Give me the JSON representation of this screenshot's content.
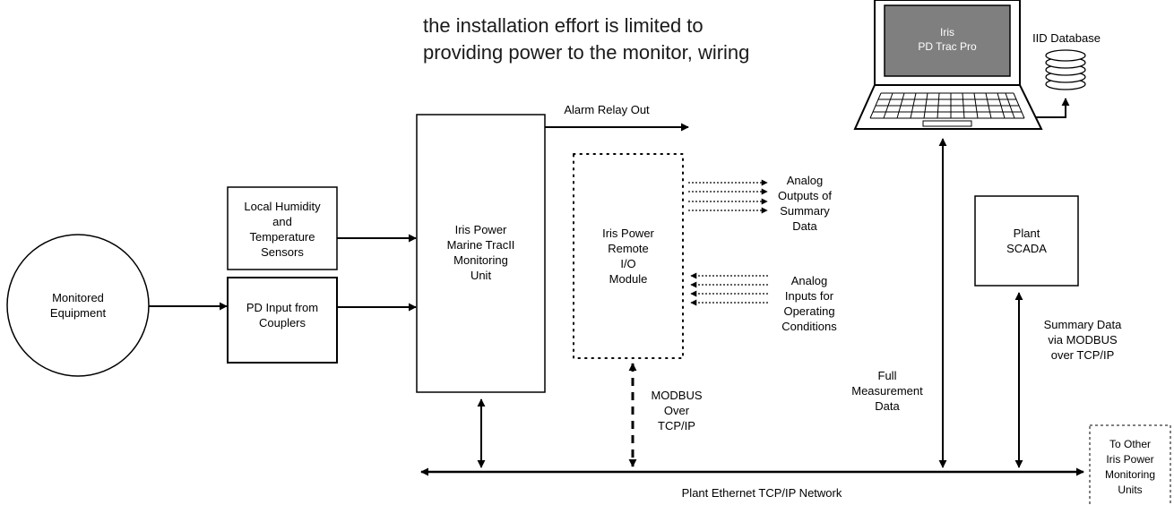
{
  "header": {
    "lines": [
      "the installation effort is limited to",
      "providing power to the monitor, wiring"
    ]
  },
  "laptop": {
    "screen_text": "Iris\nPD Trac Pro"
  },
  "database": {
    "label": "IID Database"
  },
  "nodes": {
    "monitored_equipment": "Monitored\nEquipment",
    "humidity_sensors": "Local Humidity\nand\nTemperature\nSensors",
    "pd_input": "PD Input from\nCouplers",
    "monitoring_unit": "Iris Power\nMarine TracII\nMonitoring\nUnit",
    "remote_io": "Iris Power\nRemote\nI/O\nModule",
    "plant_scada": "Plant\nSCADA",
    "other_units": "To Other\nIris Power\nMonitoring\nUnits"
  },
  "labels": {
    "alarm_relay": "Alarm Relay Out",
    "analog_outputs": "Analog\nOutputs of\nSummary\nData",
    "analog_inputs": "Analog\nInputs for\nOperating\nConditions",
    "modbus": "MODBUS\nOver\nTCP/IP",
    "full_measurement": "Full\nMeasurement\nData",
    "summary_data": "Summary Data\nvia MODBUS\nover TCP/IP",
    "network": "Plant Ethernet TCP/IP Network"
  }
}
